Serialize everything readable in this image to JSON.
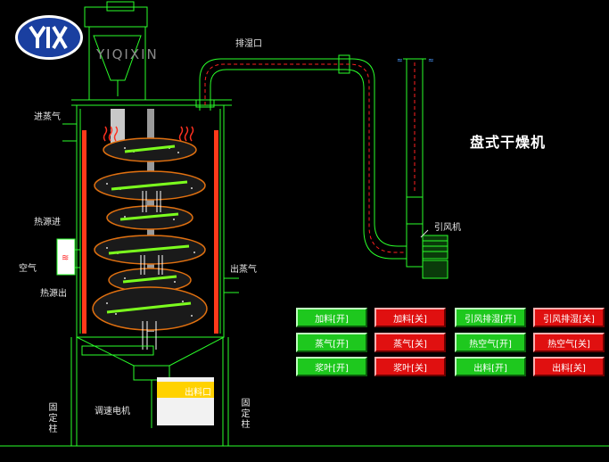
{
  "title": "盘式干燥机",
  "brand": {
    "logo_text": "YIQIXIN"
  },
  "labels": {
    "exhaust_port": "排湿口",
    "steam_in": "进蒸气",
    "heat_in": "热源进",
    "air": "空气",
    "heat_out": "热源出",
    "steam_out": "出蒸气",
    "induced_fan": "引风机",
    "speed_motor": "调速电机",
    "fixed_post_left": "固定柱",
    "fixed_post_right": "固定柱",
    "discharge": "出料口"
  },
  "controls": [
    {
      "label": "加料[开]",
      "state": "on"
    },
    {
      "label": "加料[关]",
      "state": "off"
    },
    {
      "label": "引风排湿[开]",
      "state": "on"
    },
    {
      "label": "引风排湿[关]",
      "state": "off"
    },
    {
      "label": "蒸气[开]",
      "state": "on"
    },
    {
      "label": "蒸气[关]",
      "state": "off"
    },
    {
      "label": "热空气[开]",
      "state": "on"
    },
    {
      "label": "热空气[关]",
      "state": "off"
    },
    {
      "label": "浆叶[开]",
      "state": "on"
    },
    {
      "label": "浆叶[关]",
      "state": "off"
    },
    {
      "label": "出料[开]",
      "state": "on"
    },
    {
      "label": "出料[关]",
      "state": "off"
    }
  ],
  "colors": {
    "on": "#1ec81e",
    "off": "#e01010",
    "line": "#2aff2a",
    "pipe_dash": "#ff2020",
    "tray": "#e07010"
  }
}
